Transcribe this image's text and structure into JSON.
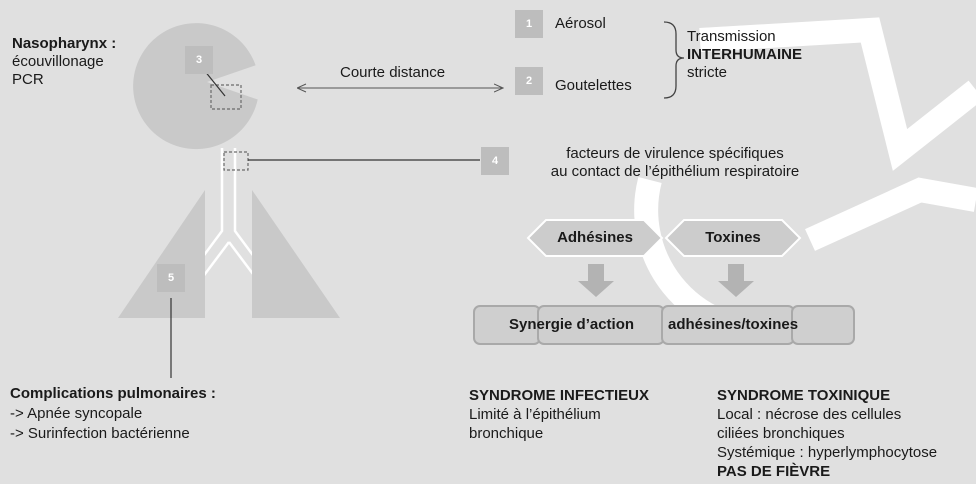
{
  "colors": {
    "background": "#e0e0e0",
    "shape_fill": "#c9c9c9",
    "number_box": "#bdbdbd",
    "arrow_fill": "#b3b3b3",
    "hexagon_fill": "#cccccc",
    "pill_fill": "#cfcfcf",
    "pill_border": "#a9a9a9",
    "line": "#2a2a2a",
    "watermark": "#ffffff"
  },
  "watermark": "CM",
  "nasopharynx": {
    "title": "Nasopharynx :",
    "line1": "écouvillonage",
    "line2": "PCR"
  },
  "numbers": {
    "n1": "1",
    "n2": "2",
    "n3": "3",
    "n4": "4",
    "n5": "5"
  },
  "transmission": {
    "aerosol": "Aérosol",
    "goutelettes": "Goutelettes",
    "courte_distance": "Courte distance",
    "label_line1": "Transmission",
    "label_line2": "INTERHUMAINE",
    "label_line3": "stricte"
  },
  "virulence": {
    "line1": "facteurs de virulence spécifiques",
    "line2": "au contact de l’épithélium respiratoire"
  },
  "factors": {
    "adhesines": "Adhésines",
    "toxines": "Toxines"
  },
  "synergy": {
    "left": "Synergie d’action",
    "right": "adhésines/toxines"
  },
  "complications": {
    "title": "Complications pulmonaires :",
    "item1": "-> Apnée syncopale",
    "item2": "-> Surinfection bactérienne"
  },
  "syndrome_infectieux": {
    "title": "SYNDROME INFECTIEUX",
    "line1": "Limité à l’épithélium",
    "line2": "bronchique"
  },
  "syndrome_toxinique": {
    "title": "SYNDROME TOXINIQUE",
    "line1": "Local : nécrose des cellules",
    "line2": "ciliées bronchiques",
    "line3": "Systémique : hyperlymphocytose",
    "line4": "PAS DE FIÈVRE"
  }
}
